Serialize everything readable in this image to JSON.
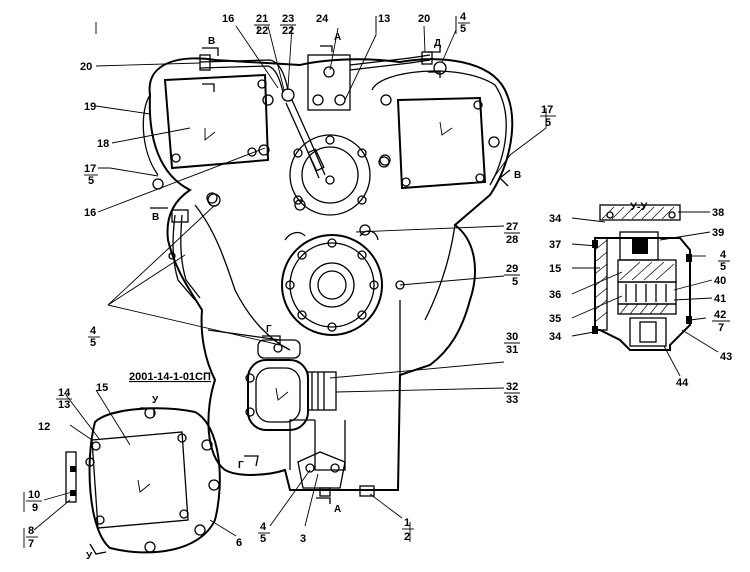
{
  "drawing": {
    "code": "2001-14-1-01СП",
    "section_view_label": "У-У",
    "section_marks": {
      "A": "А",
      "B": "В",
      "G": "Г",
      "D": "Д",
      "U": "У"
    }
  },
  "callouts": {
    "c1": "1",
    "c2": "2",
    "c3": "3",
    "c4": "4",
    "c5": "5",
    "c6": "6",
    "c7": "7",
    "c8": "8",
    "c9": "9",
    "c10": "10",
    "c12": "12",
    "c13": "13",
    "c14": "14",
    "c15": "15",
    "c16": "16",
    "c17": "17",
    "c18": "18",
    "c19": "19",
    "c20": "20",
    "c21": "21",
    "c22": "22",
    "c23": "23",
    "c24": "24",
    "c27": "27",
    "c28": "28",
    "c29": "29",
    "c30": "30",
    "c31": "31",
    "c32": "32",
    "c33": "33",
    "c34": "34",
    "c35": "35",
    "c36": "36",
    "c37": "37",
    "c38": "38",
    "c39": "39",
    "c40": "40",
    "c41": "41",
    "c42": "42",
    "c43": "43",
    "c44": "44"
  }
}
